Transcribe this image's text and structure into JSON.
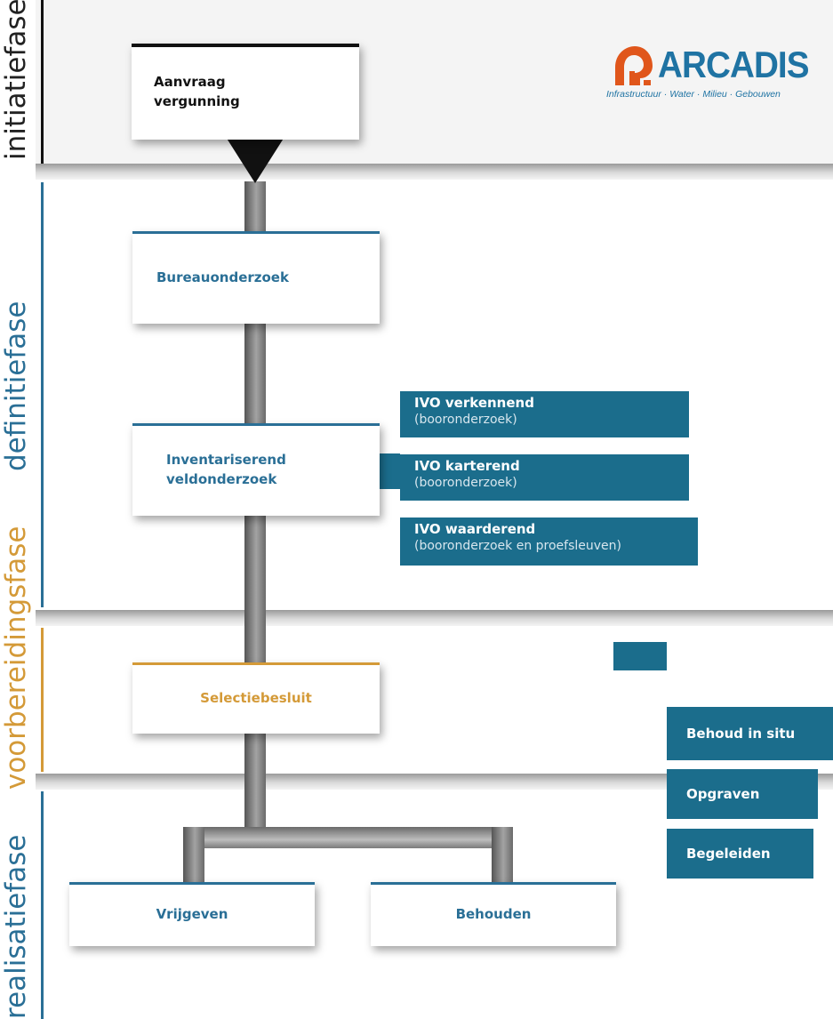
{
  "phases": {
    "initiatie": "initiatiefase",
    "definitie": "definitiefase",
    "voorbereiding": "voorbereidingsfase",
    "realisatie": "realisatiefase"
  },
  "logo": {
    "name": "ARCADIS",
    "tagline": "Infrastructuur · Water · Milieu · Gebouwen"
  },
  "steps": {
    "aanvraag": {
      "line1": "Aanvraag",
      "line2": "vergunning"
    },
    "bureau": "Bureauonderzoek",
    "inventariserend": {
      "line1": "Inventariserend",
      "line2": "veldonderzoek"
    },
    "selectie": "Selectiebesluit",
    "vrijgeven": "Vrijgeven",
    "behouden": "Behouden"
  },
  "ivo": [
    {
      "title": "IVO verkennend",
      "sub": "(booronderzoek)"
    },
    {
      "title": "IVO karterend",
      "sub": "(booronderzoek)"
    },
    {
      "title": "IVO waarderend",
      "sub": "(booronderzoek en proefsleuven)"
    }
  ],
  "behoud_options": [
    "Behoud in situ",
    "Opgraven",
    "Begeleiden"
  ],
  "colors": {
    "blue": "#2a6f96",
    "teal": "#1b6d8c",
    "orange": "#d49a38",
    "black": "#111111"
  }
}
